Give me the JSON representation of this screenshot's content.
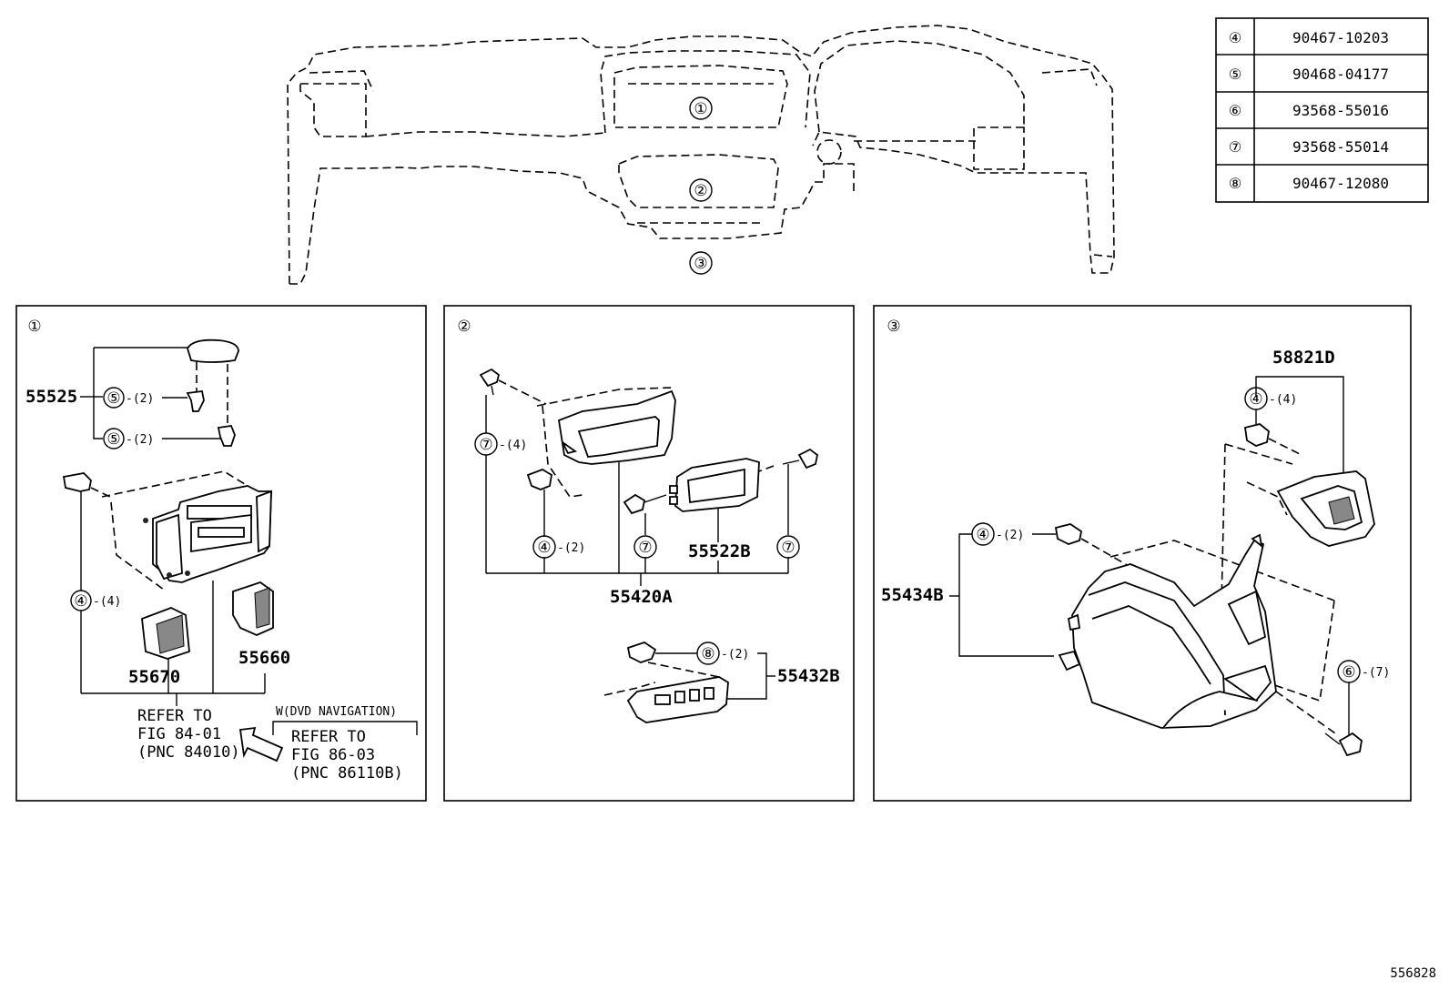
{
  "overview": {
    "callouts": [
      "①",
      "②",
      "③"
    ]
  },
  "fastener_table": [
    {
      "ref": "④",
      "part": "90467-10203"
    },
    {
      "ref": "⑤",
      "part": "90468-04177"
    },
    {
      "ref": "⑥",
      "part": "93568-55016"
    },
    {
      "ref": "⑦",
      "part": "93568-55014"
    },
    {
      "ref": "⑧",
      "part": "90467-12080"
    }
  ],
  "panel1": {
    "label": "①",
    "parts": {
      "trim": "55525",
      "vent_left": "55670",
      "vent_right": "55660"
    },
    "fasteners": [
      {
        "ref": "⑤",
        "qty": "-(2)"
      },
      {
        "ref": "⑤",
        "qty": "-(2)"
      },
      {
        "ref": "④",
        "qty": "-(4)"
      }
    ],
    "refer_left": [
      "REFER TO",
      "FIG 84-01",
      "(PNC 84010)"
    ],
    "dvd_condition": "W(DVD NAVIGATION)",
    "refer_right": [
      "REFER TO",
      "FIG 86-03",
      "(PNC 86110B)"
    ]
  },
  "panel2": {
    "label": "②",
    "parts": {
      "bezel": "55420A",
      "display": "55522B",
      "switch": "55432B"
    },
    "fasteners": [
      {
        "ref": "⑦",
        "qty": "-(4)"
      },
      {
        "ref": "④",
        "qty": "-(2)"
      },
      {
        "ref": "⑦",
        "qty": ""
      },
      {
        "ref": "⑦",
        "qty": ""
      },
      {
        "ref": "⑧",
        "qty": "-(2)"
      }
    ]
  },
  "panel3": {
    "label": "③",
    "parts": {
      "console": "55434B",
      "panel": "58821D"
    },
    "fasteners": [
      {
        "ref": "④",
        "qty": "-(4)"
      },
      {
        "ref": "④",
        "qty": "-(2)"
      },
      {
        "ref": "⑥",
        "qty": "-(7)"
      }
    ]
  },
  "illustration_number": "556828"
}
